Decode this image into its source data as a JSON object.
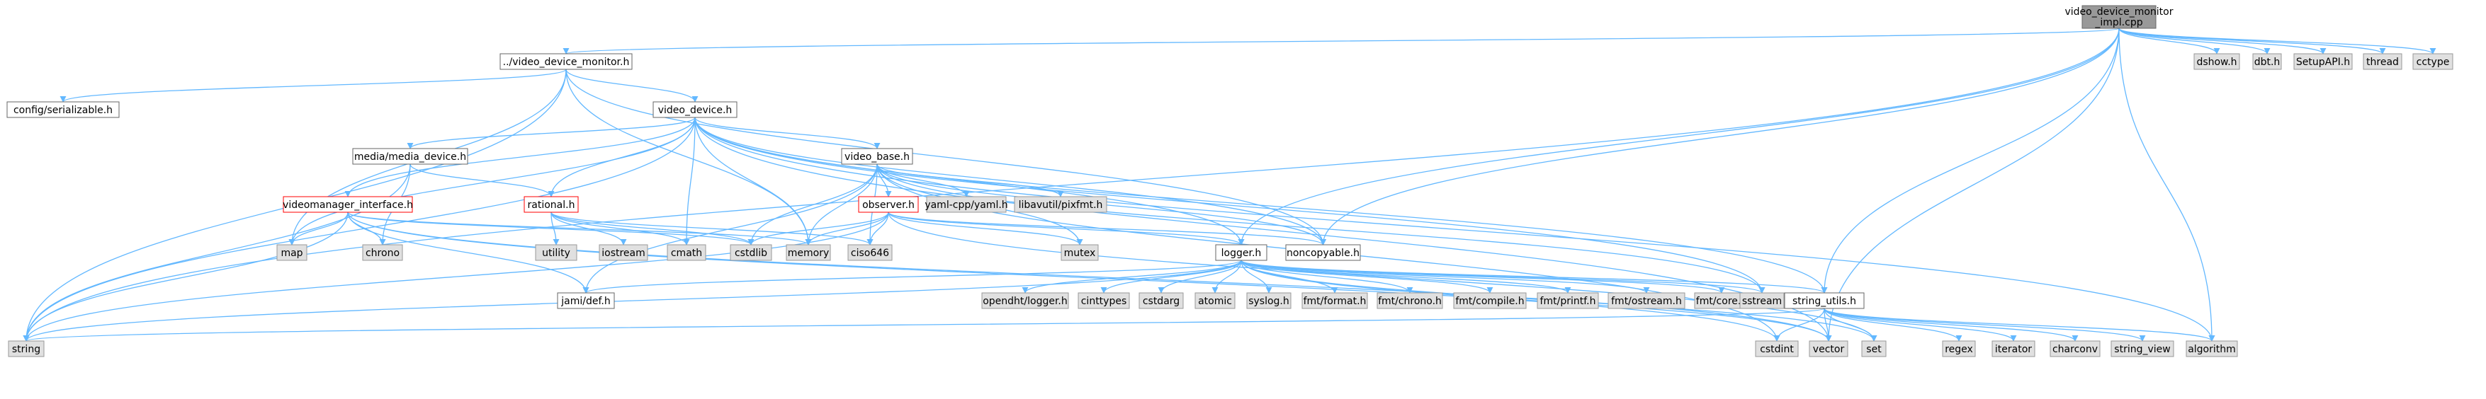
{
  "colors": {
    "root_fill": "#999999",
    "node_fill": "#ffffff",
    "node_stroke": "#666666",
    "missing_fill": "#e0e0e0",
    "missing_stroke": "#999999",
    "text": "#000000",
    "red_stroke": "#ff0000",
    "edge": "#63b8ff"
  },
  "nodes": [
    {
      "id": "root",
      "label": "video_device_monitor\n_impl.cpp",
      "style": "root"
    },
    {
      "id": "vdm",
      "label": "../video_device_monitor.h",
      "style": "normal"
    },
    {
      "id": "cfg",
      "label": "config/serializable.h",
      "style": "normal"
    },
    {
      "id": "vd",
      "label": "video_device.h",
      "style": "normal"
    },
    {
      "id": "md",
      "label": "media/media_device.h",
      "style": "normal"
    },
    {
      "id": "vb",
      "label": "video_base.h",
      "style": "normal"
    },
    {
      "id": "vmi",
      "label": "videomanager_interface.h",
      "style": "red"
    },
    {
      "id": "rat",
      "label": "rational.h",
      "style": "red"
    },
    {
      "id": "obs",
      "label": "observer.h",
      "style": "red"
    },
    {
      "id": "log",
      "label": "logger.h",
      "style": "normal"
    },
    {
      "id": "nc",
      "label": "noncopyable.h",
      "style": "normal"
    },
    {
      "id": "su",
      "label": "string_utils.h",
      "style": "normal"
    },
    {
      "id": "jami",
      "label": "jami/def.h",
      "style": "normal"
    },
    {
      "id": "map",
      "label": "map",
      "style": "missing"
    },
    {
      "id": "chrono",
      "label": "chrono",
      "style": "missing"
    },
    {
      "id": "utility",
      "label": "utility",
      "style": "missing"
    },
    {
      "id": "iostream",
      "label": "iostream",
      "style": "missing"
    },
    {
      "id": "cmath",
      "label": "cmath",
      "style": "missing"
    },
    {
      "id": "cstdlib",
      "label": "cstdlib",
      "style": "missing"
    },
    {
      "id": "memory",
      "label": "memory",
      "style": "missing"
    },
    {
      "id": "ciso646",
      "label": "ciso646",
      "style": "missing"
    },
    {
      "id": "mutex",
      "label": "mutex",
      "style": "missing"
    },
    {
      "id": "yaml",
      "label": "yaml-cpp/yaml.h",
      "style": "missing"
    },
    {
      "id": "pixfmt",
      "label": "libavutil/pixfmt.h",
      "style": "missing"
    },
    {
      "id": "string",
      "label": "string",
      "style": "missing"
    },
    {
      "id": "cstdint",
      "label": "cstdint",
      "style": "missing"
    },
    {
      "id": "vector",
      "label": "vector",
      "style": "missing"
    },
    {
      "id": "set",
      "label": "set",
      "style": "missing"
    },
    {
      "id": "opendht",
      "label": "opendht/logger.h",
      "style": "missing"
    },
    {
      "id": "cinttypes",
      "label": "cinttypes",
      "style": "missing"
    },
    {
      "id": "cstdarg",
      "label": "cstdarg",
      "style": "missing"
    },
    {
      "id": "atomic",
      "label": "atomic",
      "style": "missing"
    },
    {
      "id": "syslog",
      "label": "syslog.h",
      "style": "missing"
    },
    {
      "id": "fmtformat",
      "label": "fmt/format.h",
      "style": "missing"
    },
    {
      "id": "fmtchrono",
      "label": "fmt/chrono.h",
      "style": "missing"
    },
    {
      "id": "fmtcompile",
      "label": "fmt/compile.h",
      "style": "missing"
    },
    {
      "id": "fmtprintf",
      "label": "fmt/printf.h",
      "style": "missing"
    },
    {
      "id": "fmtostream",
      "label": "fmt/ostream.h",
      "style": "missing"
    },
    {
      "id": "fmtcore",
      "label": "fmt/core.h",
      "style": "missing"
    },
    {
      "id": "sstream",
      "label": "sstream",
      "style": "missing"
    },
    {
      "id": "regex",
      "label": "regex",
      "style": "missing"
    },
    {
      "id": "iterator",
      "label": "iterator",
      "style": "missing"
    },
    {
      "id": "charconv",
      "label": "charconv",
      "style": "missing"
    },
    {
      "id": "string_view",
      "label": "string_view",
      "style": "missing"
    },
    {
      "id": "algorithm",
      "label": "algorithm",
      "style": "missing"
    },
    {
      "id": "dshow",
      "label": "dshow.h",
      "style": "missing"
    },
    {
      "id": "dbt",
      "label": "dbt.h",
      "style": "missing"
    },
    {
      "id": "setupapi",
      "label": "SetupAPI.h",
      "style": "missing"
    },
    {
      "id": "thread",
      "label": "thread",
      "style": "missing"
    },
    {
      "id": "cctype",
      "label": "cctype",
      "style": "missing"
    }
  ],
  "edges": [
    [
      "root",
      "vdm"
    ],
    [
      "root",
      "string"
    ],
    [
      "root",
      "log"
    ],
    [
      "root",
      "nc"
    ],
    [
      "root",
      "su"
    ],
    [
      "root",
      "algorithm"
    ],
    [
      "root",
      "vector"
    ],
    [
      "root",
      "dshow"
    ],
    [
      "root",
      "dbt"
    ],
    [
      "root",
      "setupapi"
    ],
    [
      "root",
      "thread"
    ],
    [
      "root",
      "cctype"
    ],
    [
      "vdm",
      "cfg"
    ],
    [
      "vdm",
      "vd"
    ],
    [
      "vdm",
      "map"
    ],
    [
      "vdm",
      "string"
    ],
    [
      "vdm",
      "memory"
    ],
    [
      "vdm",
      "nc"
    ],
    [
      "vd",
      "md"
    ],
    [
      "vd",
      "vb"
    ],
    [
      "vd",
      "vmi"
    ],
    [
      "vd",
      "rat"
    ],
    [
      "vd",
      "log"
    ],
    [
      "vd",
      "nc"
    ],
    [
      "vd",
      "su"
    ],
    [
      "vd",
      "map"
    ],
    [
      "vd",
      "string"
    ],
    [
      "vd",
      "memory"
    ],
    [
      "vd",
      "cmath"
    ],
    [
      "vd",
      "vector"
    ],
    [
      "vd",
      "algorithm"
    ],
    [
      "vd",
      "sstream"
    ],
    [
      "md",
      "rat"
    ],
    [
      "md",
      "string"
    ],
    [
      "md",
      "chrono"
    ],
    [
      "vmi",
      "jami"
    ],
    [
      "vmi",
      "map"
    ],
    [
      "vmi",
      "chrono"
    ],
    [
      "vmi",
      "memory"
    ],
    [
      "vmi",
      "string"
    ],
    [
      "vmi",
      "vector"
    ],
    [
      "vmi",
      "cstdint"
    ],
    [
      "vmi",
      "cstdlib"
    ],
    [
      "rat",
      "utility"
    ],
    [
      "rat",
      "iostream"
    ],
    [
      "rat",
      "cmath"
    ],
    [
      "rat",
      "cstdlib"
    ],
    [
      "rat",
      "ciso646"
    ],
    [
      "vb",
      "obs"
    ],
    [
      "vb",
      "nc"
    ],
    [
      "vb",
      "yaml"
    ],
    [
      "vb",
      "pixfmt"
    ],
    [
      "vb",
      "cstdlib"
    ],
    [
      "vb",
      "memory"
    ],
    [
      "vb",
      "ciso646"
    ],
    [
      "vb",
      "mutex"
    ],
    [
      "vb",
      "cstdint"
    ],
    [
      "vb",
      "jami"
    ],
    [
      "vb",
      "sstream"
    ],
    [
      "obs",
      "nc"
    ],
    [
      "obs",
      "log"
    ],
    [
      "obs",
      "memory"
    ],
    [
      "obs",
      "mutex"
    ],
    [
      "obs",
      "set"
    ],
    [
      "obs",
      "cstdlib"
    ],
    [
      "obs",
      "ciso646"
    ],
    [
      "obs",
      "string"
    ],
    [
      "log",
      "jami"
    ],
    [
      "log",
      "opendht"
    ],
    [
      "log",
      "cinttypes"
    ],
    [
      "log",
      "cstdarg"
    ],
    [
      "log",
      "atomic"
    ],
    [
      "log",
      "syslog"
    ],
    [
      "log",
      "fmtformat"
    ],
    [
      "log",
      "fmtchrono"
    ],
    [
      "log",
      "fmtcompile"
    ],
    [
      "log",
      "fmtprintf"
    ],
    [
      "log",
      "fmtostream"
    ],
    [
      "log",
      "fmtcore"
    ],
    [
      "log",
      "sstream"
    ],
    [
      "log",
      "su"
    ],
    [
      "log",
      "string"
    ],
    [
      "log",
      "vector"
    ],
    [
      "log",
      "set"
    ],
    [
      "su",
      "string"
    ],
    [
      "su",
      "vector"
    ],
    [
      "su",
      "set"
    ],
    [
      "su",
      "algorithm"
    ],
    [
      "su",
      "regex"
    ],
    [
      "su",
      "iterator"
    ],
    [
      "su",
      "charconv"
    ],
    [
      "su",
      "string_view"
    ],
    [
      "su",
      "cstdint"
    ]
  ]
}
